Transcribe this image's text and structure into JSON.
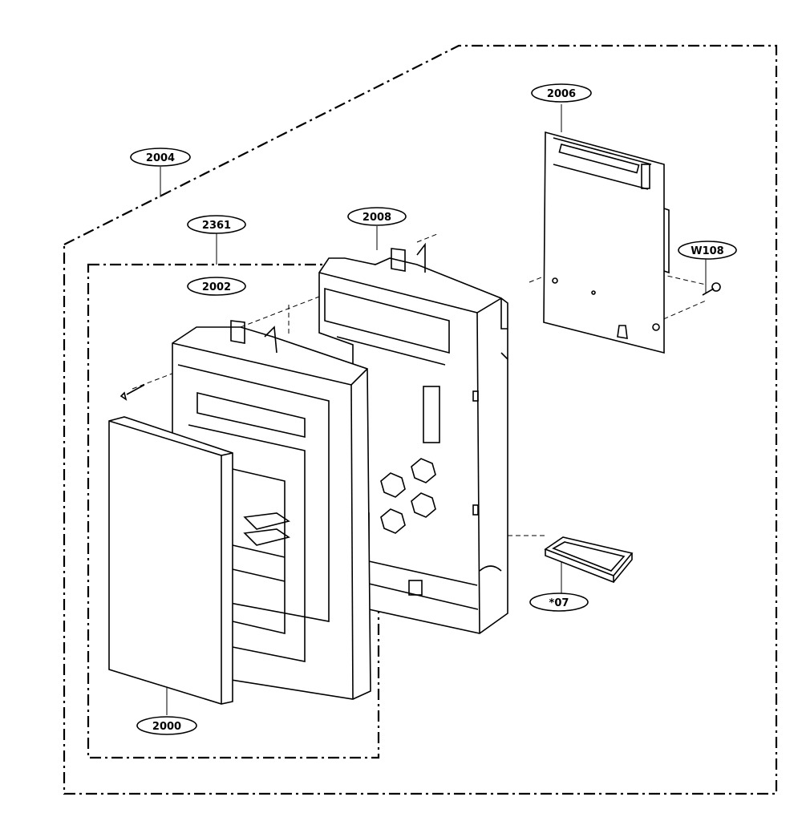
{
  "callouts": {
    "assembly_outer": "2004",
    "panel_assembly": "2361",
    "frame": "2002",
    "control_frame": "2008",
    "pcb": "2006",
    "screw": "W108",
    "door_cover": "2000",
    "keypad": "*07"
  }
}
